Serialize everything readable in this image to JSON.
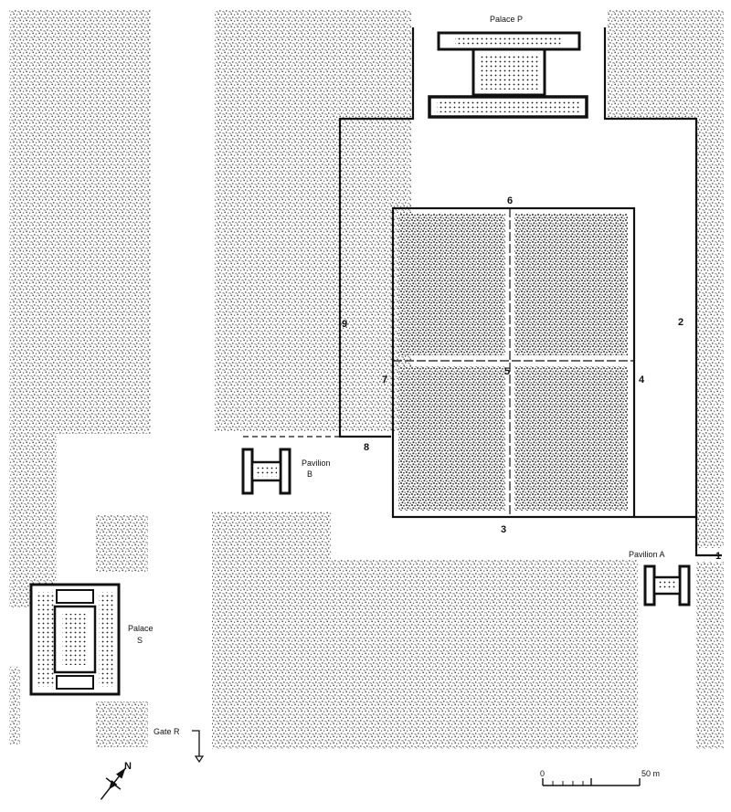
{
  "labels": {
    "palace_p": "Palace  P",
    "palace_s_line1": "Palace",
    "palace_s_line2": "S",
    "pavilion_b_line1": "Pavilion",
    "pavilion_b_line2": "B",
    "pavilion_a": "Pavilion  A",
    "gate_r": "Gate  R",
    "north": "N"
  },
  "wall_numbers": [
    "1",
    "2",
    "3",
    "4",
    "5",
    "6",
    "7",
    "8",
    "9"
  ],
  "scale": {
    "start": "0",
    "end": "50 m"
  },
  "colors": {
    "ink": "#111111",
    "ground": "#ffffff",
    "stipple": "#4a4a4a"
  }
}
